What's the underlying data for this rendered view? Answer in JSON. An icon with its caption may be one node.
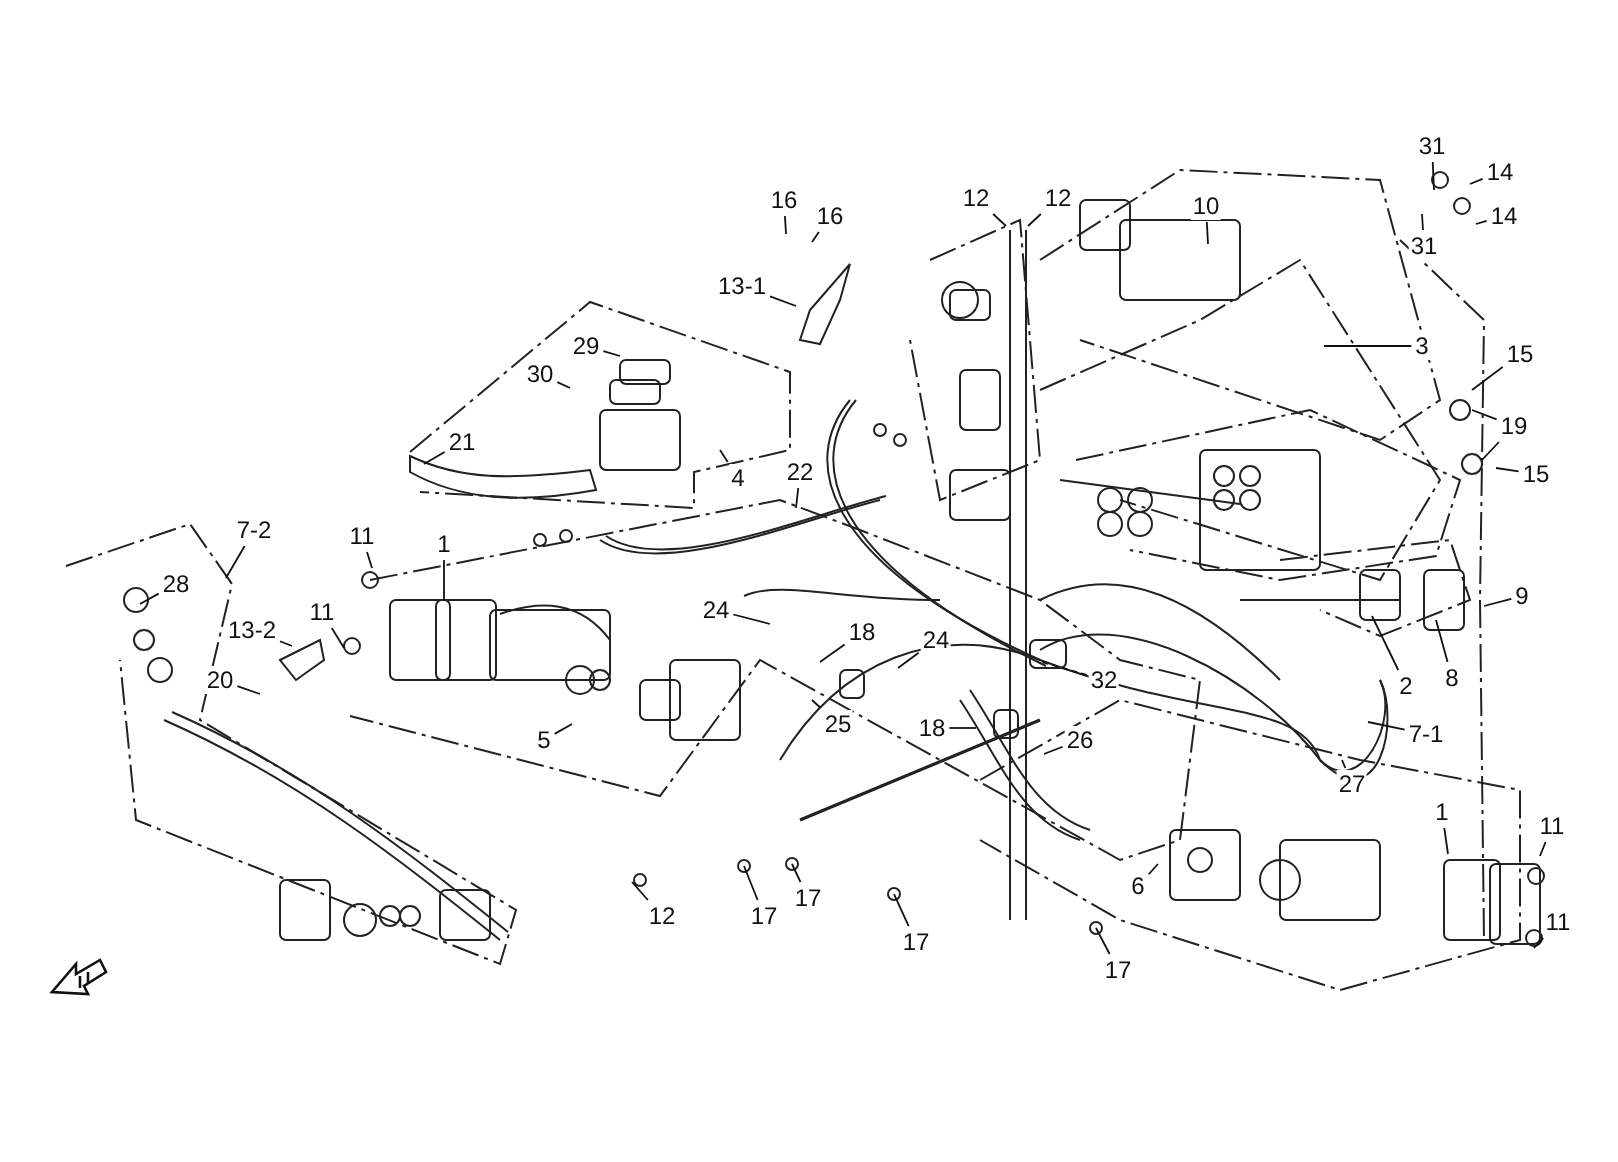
{
  "diagram": {
    "nodes": [
      {
        "text": [
          "31"
        ]
      },
      {
        "text": [
          "14"
        ]
      },
      {
        "text": [
          "14"
        ]
      },
      {
        "text": [
          "31"
        ]
      },
      {
        "text": [
          "10"
        ]
      },
      {
        "text": [
          "16"
        ]
      },
      {
        "text": [
          "16"
        ]
      },
      {
        "text": [
          "12"
        ]
      },
      {
        "text": [
          "12"
        ]
      },
      {
        "text": [
          "13-1"
        ]
      },
      {
        "text": [
          "3"
        ]
      },
      {
        "text": [
          "15"
        ]
      },
      {
        "text": [
          "19"
        ]
      },
      {
        "text": [
          "15"
        ]
      },
      {
        "text": [
          "29"
        ]
      },
      {
        "text": [
          "30"
        ]
      },
      {
        "text": [
          "21"
        ]
      },
      {
        "text": [
          "4"
        ]
      },
      {
        "text": [
          "22"
        ]
      },
      {
        "text": [
          "11"
        ]
      },
      {
        "text": [
          "1"
        ]
      },
      {
        "text": [
          "7-2"
        ]
      },
      {
        "text": [
          "28"
        ]
      },
      {
        "text": [
          "11"
        ]
      },
      {
        "text": [
          "13-2"
        ]
      },
      {
        "text": [
          "24"
        ]
      },
      {
        "text": [
          "18"
        ]
      },
      {
        "text": [
          "24"
        ]
      },
      {
        "text": [
          "20"
        ]
      },
      {
        "text": [
          "32"
        ]
      },
      {
        "text": [
          "9"
        ]
      },
      {
        "text": [
          "2"
        ]
      },
      {
        "text": [
          "8"
        ]
      },
      {
        "text": [
          "7-1"
        ]
      },
      {
        "text": [
          "27"
        ]
      },
      {
        "text": [
          "5"
        ]
      },
      {
        "text": [
          "25"
        ]
      },
      {
        "text": [
          "18"
        ]
      },
      {
        "text": [
          "26"
        ]
      },
      {
        "text": [
          "1"
        ]
      },
      {
        "text": [
          "6"
        ]
      },
      {
        "text": [
          "11"
        ]
      },
      {
        "text": [
          "11"
        ]
      },
      {
        "text": [
          "12"
        ]
      },
      {
        "text": [
          "17"
        ]
      },
      {
        "text": [
          "17"
        ]
      },
      {
        "text": [
          "17"
        ]
      },
      {
        "text": [
          "17"
        ]
      }
    ],
    "edges": [
      {
        "from": 0,
        "to": null,
        "arrow": "none"
      },
      {
        "from": 1,
        "to": null,
        "arrow": "none"
      },
      {
        "from": 2,
        "to": null,
        "arrow": "none"
      },
      {
        "from": 3,
        "to": null,
        "arrow": "none"
      },
      {
        "from": 4,
        "to": null,
        "arrow": "none"
      },
      {
        "from": 5,
        "to": null,
        "arrow": "none"
      },
      {
        "from": 6,
        "to": null,
        "arrow": "none"
      },
      {
        "from": 7,
        "to": null,
        "arrow": "none"
      },
      {
        "from": 8,
        "to": null,
        "arrow": "none"
      },
      {
        "from": 9,
        "to": null,
        "arrow": "none"
      },
      {
        "from": 10,
        "to": null,
        "arrow": "none"
      },
      {
        "from": 11,
        "to": null,
        "arrow": "none"
      },
      {
        "from": 12,
        "to": null,
        "arrow": "none"
      },
      {
        "from": 12,
        "to": null,
        "arrow": "none"
      },
      {
        "from": 13,
        "to": null,
        "arrow": "none"
      },
      {
        "from": 14,
        "to": null,
        "arrow": "none"
      },
      {
        "from": 15,
        "to": null,
        "arrow": "none"
      },
      {
        "from": 16,
        "to": null,
        "arrow": "none"
      },
      {
        "from": 17,
        "to": null,
        "arrow": "none"
      },
      {
        "from": 18,
        "to": null,
        "arrow": "none"
      },
      {
        "from": 19,
        "to": null,
        "arrow": "none"
      },
      {
        "from": 20,
        "to": null,
        "arrow": "none"
      },
      {
        "from": 21,
        "to": null,
        "arrow": "none"
      },
      {
        "from": 22,
        "to": null,
        "arrow": "none"
      },
      {
        "from": 23,
        "to": null,
        "arrow": "none"
      },
      {
        "from": 24,
        "to": null,
        "arrow": "none"
      },
      {
        "from": 25,
        "to": null,
        "arrow": "none"
      },
      {
        "from": 26,
        "to": null,
        "arrow": "none"
      },
      {
        "from": 27,
        "to": null,
        "arrow": "none"
      },
      {
        "from": 28,
        "to": null,
        "arrow": "none"
      },
      {
        "from": 29,
        "to": null,
        "arrow": "none",
        "style": "dashed"
      },
      {
        "from": 30,
        "to": null,
        "arrow": "none"
      },
      {
        "from": 31,
        "to": null,
        "arrow": "none"
      },
      {
        "from": 32,
        "to": null,
        "arrow": "none"
      },
      {
        "from": 33,
        "to": null,
        "arrow": "none"
      },
      {
        "from": 34,
        "to": null,
        "arrow": "none"
      },
      {
        "from": 35,
        "to": null,
        "arrow": "none"
      },
      {
        "from": 36,
        "to": null,
        "arrow": "none"
      },
      {
        "from": 37,
        "to": null,
        "arrow": "none"
      },
      {
        "from": 38,
        "to": null,
        "arrow": "none"
      },
      {
        "from": 39,
        "to": null,
        "arrow": "none"
      },
      {
        "from": 40,
        "to": null,
        "arrow": "none"
      },
      {
        "from": 41,
        "to": null,
        "arrow": "none"
      },
      {
        "from": 42,
        "to": null,
        "arrow": "none"
      },
      {
        "from": 43,
        "to": null,
        "arrow": "none"
      },
      {
        "from": 44,
        "to": null,
        "arrow": "none"
      },
      {
        "from": 45,
        "to": null,
        "arrow": "none"
      },
      {
        "from": 46,
        "to": null,
        "arrow": "none"
      },
      {
        "from": 47,
        "to": null,
        "arrow": "none"
      }
    ]
  }
}
